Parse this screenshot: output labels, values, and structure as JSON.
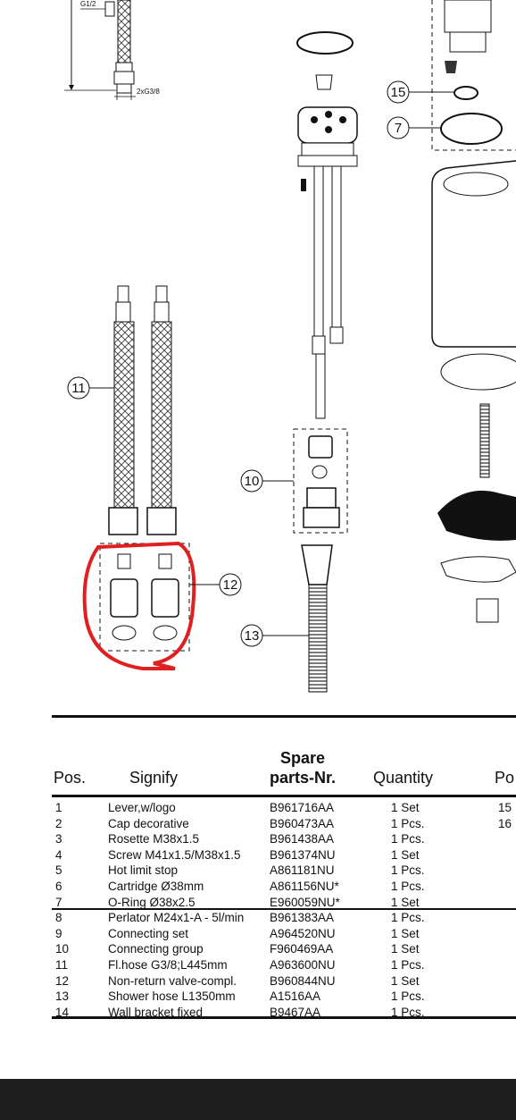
{
  "diagram": {
    "dims": {
      "g12": "G1/2",
      "g38": "2xG3/8"
    },
    "callouts": {
      "c15": "15",
      "c7": "7",
      "c11": "11",
      "c10": "10",
      "c12": "12",
      "c13": "13"
    }
  },
  "parts_table": {
    "headers": {
      "pos": "Pos.",
      "signify": "Signify",
      "spare_line1": "Spare",
      "spare_line2": "parts-Nr.",
      "quantity": "Quantity",
      "pos_right": "Po"
    },
    "rows": [
      {
        "pos": "1",
        "signify": "Lever,w/logo",
        "spare": "B961716AA",
        "qty": "1 Set",
        "pos_right": "15"
      },
      {
        "pos": "2",
        "signify": "Cap decorative",
        "spare": "B960473AA",
        "qty": "1 Pcs.",
        "pos_right": "16"
      },
      {
        "pos": "3",
        "signify": "Rosette M38x1.5",
        "spare": "B961438AA",
        "qty": "1 Pcs."
      },
      {
        "pos": "4",
        "signify": "Screw M41x1.5/M38x1.5",
        "spare": "B961374NU",
        "qty": "1 Set"
      },
      {
        "pos": "5",
        "signify": "Hot limit stop",
        "spare": "A861181NU",
        "qty": "1 Pcs."
      },
      {
        "pos": "6",
        "signify": "Cartridge Ø38mm",
        "spare": "A861156NU*",
        "qty": "1 Pcs."
      },
      {
        "pos": "7",
        "signify": "O-Ring Ø38x2.5",
        "spare": "E960059NU*",
        "qty": "1 Set"
      },
      {
        "pos": "8",
        "signify": "Perlator M24x1-A - 5l/min",
        "spare": "B961383AA",
        "qty": "1 Pcs."
      },
      {
        "pos": "9",
        "signify": "Connecting set",
        "spare": "A964520NU",
        "qty": "1 Set"
      },
      {
        "pos": "10",
        "signify": "Connecting group",
        "spare": "F960469AA",
        "qty": "1 Set"
      },
      {
        "pos": "11",
        "signify": "Fl.hose G3/8;L445mm",
        "spare": "A963600NU",
        "qty": "1 Pcs."
      },
      {
        "pos": "12",
        "signify": "Non-return valve-compl.",
        "spare": "B960844NU",
        "qty": "1 Set"
      },
      {
        "pos": "13",
        "signify": "Shower hose L1350mm",
        "spare": "A1516AA",
        "qty": "1 Pcs."
      },
      {
        "pos": "14",
        "signify": "Wall bracket fixed",
        "spare": "B9467AA",
        "qty": "1 Pcs."
      }
    ]
  },
  "colors": {
    "ink": "#111111",
    "annotation": "#e02020",
    "bottom_bar": "#1f1f1f"
  }
}
